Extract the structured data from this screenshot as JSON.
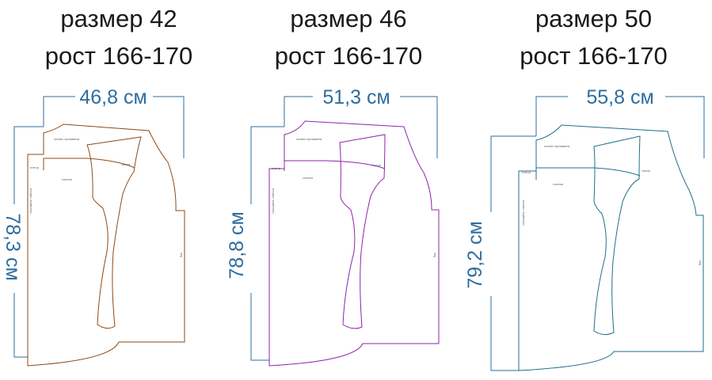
{
  "colors": {
    "dimension": "#2e6d9e",
    "size42": "#8b4a14",
    "size46": "#8e24aa",
    "size50": "#1f6f8b"
  },
  "panels": [
    {
      "size_label": "размер 42",
      "height_label": "рост 166-170",
      "width_dim": "46,8 см",
      "height_dim": "78,3 см",
      "pattern_color": "#8b4a14",
      "marks": {
        "collar": "линия горловины",
        "shoulder": "плечо",
        "back": "спинка",
        "waist": "талия",
        "side": "бок",
        "center": "середина спинки"
      }
    },
    {
      "size_label": "размер 46",
      "height_label": "рост 166-170",
      "width_dim": "51,3 см",
      "height_dim": "78,8 см",
      "pattern_color": "#8e24aa",
      "marks": {
        "collar": "линия горловины",
        "shoulder": "плечо",
        "back": "спинка",
        "waist": "талия",
        "side": "бок",
        "center": "середина спинки"
      }
    },
    {
      "size_label": "размер 50",
      "height_label": "рост 166-170",
      "width_dim": "55,8 см",
      "height_dim": "79,2 см",
      "pattern_color": "#1f6f8b",
      "marks": {
        "collar": "линия горловины",
        "shoulder": "плечо",
        "back": "спинка",
        "waist": "талия",
        "side": "бок",
        "center": "середина спинки"
      }
    }
  ]
}
